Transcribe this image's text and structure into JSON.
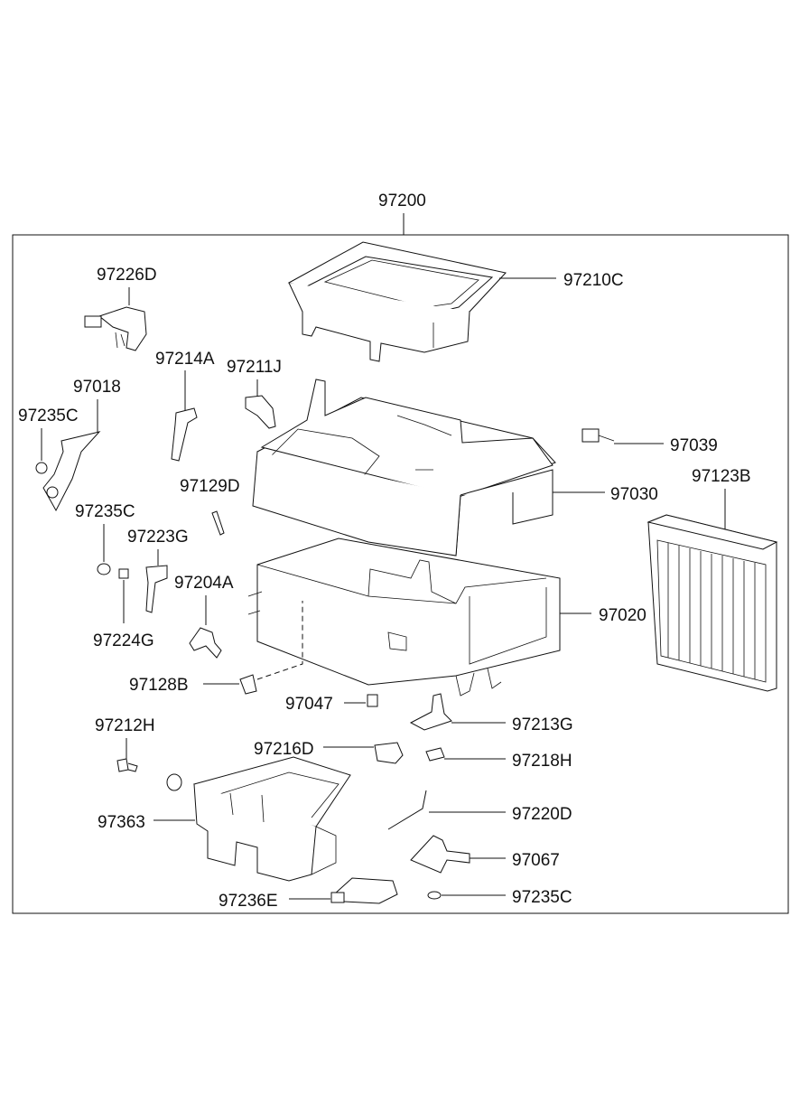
{
  "diagram": {
    "assembly_number": "97200",
    "labels": {
      "p97210C": "97210C",
      "p97226D": "97226D",
      "p97214A": "97214A",
      "p97211J": "97211J",
      "p97018": "97018",
      "p97235C_a": "97235C",
      "p97039": "97039",
      "p97129D": "97129D",
      "p97030": "97030",
      "p97123B": "97123B",
      "p97235C_b": "97235C",
      "p97223G": "97223G",
      "p97204A": "97204A",
      "p97020": "97020",
      "p97224G": "97224G",
      "p97128B": "97128B",
      "p97047": "97047",
      "p97213G": "97213G",
      "p97212H": "97212H",
      "p97216D": "97216D",
      "p97218H": "97218H",
      "p97363": "97363",
      "p97220D": "97220D",
      "p97067": "97067",
      "p97236E": "97236E",
      "p97235C_c": "97235C"
    }
  }
}
